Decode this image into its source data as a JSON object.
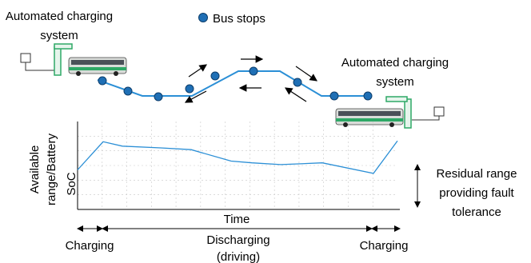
{
  "labels": {
    "charging_system_left_line1": "Automated charging",
    "charging_system_left_line2": "system",
    "charging_system_right_line1": "Automated charging",
    "charging_system_right_line2": "system",
    "bus_stops": "Bus stops",
    "y_axis_line1": "Available",
    "y_axis_line2": "range/Battery",
    "y_axis_line3": "SoC",
    "x_axis": "Time",
    "residual_line1": "Residual range",
    "residual_line2": "providing fault",
    "residual_line3": "tolerance",
    "phase_charging_left": "Charging",
    "phase_discharging_line1": "Discharging",
    "phase_discharging_line2": "(driving)",
    "phase_charging_right": "Charging"
  },
  "colors": {
    "route_line": "#2b8fd6",
    "bus_stop_fill": "#1f6fb5",
    "bus_stop_stroke": "#0d3e6b",
    "soc_line": "#2b8fd6",
    "charger_green": "#2ea866",
    "grid": "#c8c8c8"
  },
  "chart_data": {
    "type": "line",
    "xlabel": "Time",
    "ylabel": "Available range/Battery SoC",
    "series": [
      {
        "values": [
          0.45,
          0.77,
          0.72,
          0.7,
          0.68,
          0.55,
          0.53,
          0.51,
          0.53,
          0.41,
          0.78
        ]
      }
    ]
  }
}
